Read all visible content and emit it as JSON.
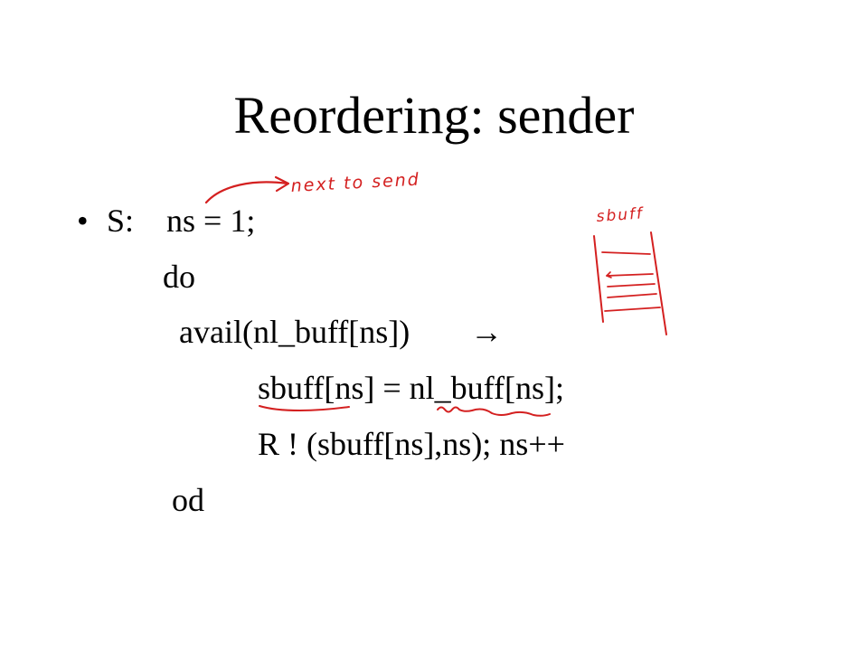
{
  "slide": {
    "title": "Reordering: sender",
    "bullet_glyph": "•",
    "code": {
      "label": "S:",
      "init": "ns = 1;",
      "do_kw": "do",
      "guard": "avail(nl_buff[ns])",
      "guard_arrow": "→",
      "assign": "sbuff[ns] = nl_buff[ns];",
      "send": "R ! (sbuff[ns],ns); ns++",
      "od_kw": "od"
    }
  },
  "annotations": {
    "ink_color": "#d42020",
    "next_note": "next to send",
    "buffer_note": "sbuff"
  }
}
